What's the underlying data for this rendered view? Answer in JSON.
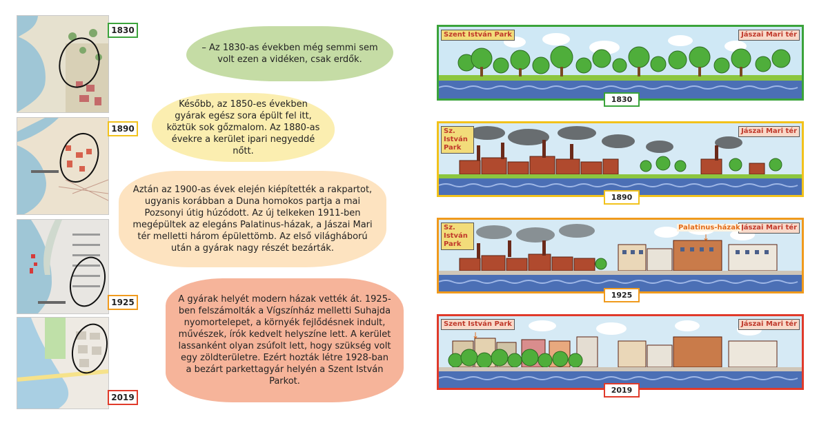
{
  "timeline": [
    {
      "year": "1830",
      "color": "#3aa33a",
      "label_left": "Szent István Park",
      "label_right": "Jászai Mari tér",
      "text": "– Az 1830-as években még semmi sem volt ezen a vidéken, csak erdők."
    },
    {
      "year": "1890",
      "color": "#f2c21b",
      "label_left": "Sz. István Park",
      "label_right": "Jászai Mari tér",
      "text": "Később, az 1850-es években gyárak egész sora épült fel itt, köztük sok gőzmalom. Az 1880-as évekre a kerület ipari negyeddé nőtt."
    },
    {
      "year": "1925",
      "color": "#f09a1c",
      "label_left": "Sz. István Park",
      "label_right": "Jászai Mari tér",
      "annotation": "Palatinus-házak",
      "text": "Aztán az 1900-as évek elején kiépítették a rakpartot, ugyanis korábban a Duna homokos partja a mai Pozsonyi útig húzódott. Az új telkeken 1911-ben megépültek az elegáns Palatinus-házak, a Jászai Mari tér melletti három épülettömb. Az első világháború után a gyárak nagy részét bezárták."
    },
    {
      "year": "2019",
      "color": "#e03a2a",
      "label_left": "Szent István Park",
      "label_right": "Jászai Mari tér",
      "text": "A gyárak helyét modern házak vették át. 1925-ben felszámolták a Vígszínház melletti Suhajda nyomortelepet, a környék fejlődésnek indult, művészek, írók kedvelt helyszíne lett. A kerület lassanként olyan zsúfolt lett, hogy szükség volt egy zöldterületre. Ezért hozták létre 1928-ban a bezárt parkettagyár helyén a Szent István Parkot."
    }
  ],
  "bubble_colors": [
    "#c5dca5",
    "#fbeeb0",
    "#fde3c0",
    "#f6b49a"
  ],
  "label_colors": {
    "left": "#f2dc7a",
    "right": "#f8d9c9"
  }
}
